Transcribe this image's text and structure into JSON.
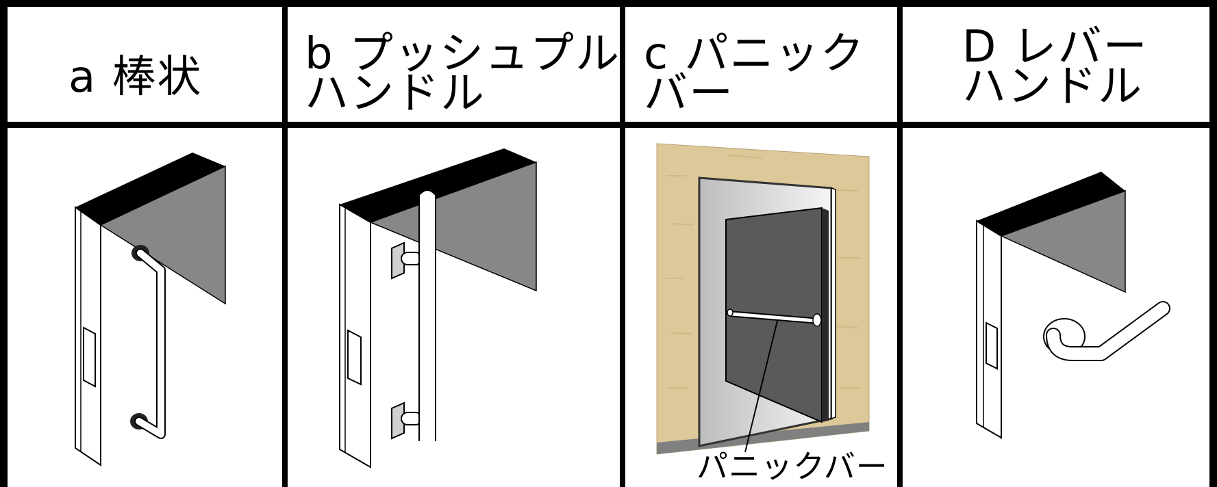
{
  "headers": {
    "a": "a 棒状",
    "b_line1": "b プッシュプル",
    "b_line2": "ハンドル",
    "c_line1": "c パニック",
    "c_line2": "バー",
    "d_line1": "D レバー",
    "d_line2": "ハンドル"
  },
  "callout": {
    "panic_bar": "パニックバー"
  },
  "colors": {
    "door": "#878787",
    "door_dark": "#5a5a5a",
    "wall": "#ddc89a",
    "floor": "#808080"
  }
}
